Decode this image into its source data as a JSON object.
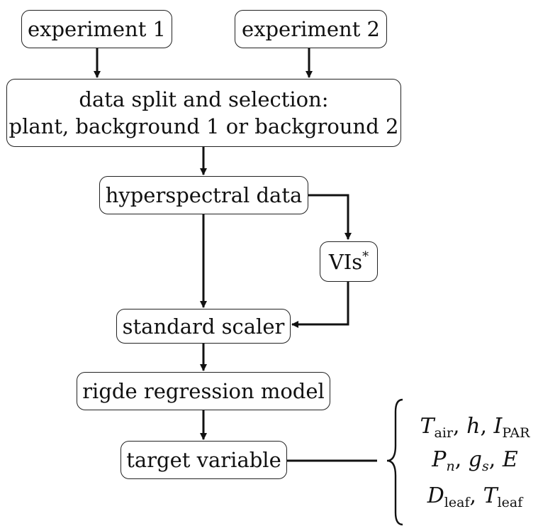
{
  "nodes": {
    "experiment1": "experiment 1",
    "experiment2": "experiment 2",
    "split_line1": "data split and selection:",
    "split_line2": "plant, background 1 or background 2",
    "hyperspectral": "hyperspectral data",
    "vis": "VIs",
    "vis_mark": "*",
    "scaler": "standard scaler",
    "model": "rigde regression model",
    "target": "target variable"
  },
  "targets": {
    "row1": {
      "t_air": "T",
      "t_air_sub": "air",
      "sep1": ", ",
      "h": "h",
      "sep2": ", ",
      "i_par": "I",
      "i_par_sub": "PAR"
    },
    "row2": {
      "p_n": "P",
      "p_n_sub": "n",
      "sep1": ", ",
      "g_s": "g",
      "g_s_sub": "s",
      "sep2": ", ",
      "e": "E"
    },
    "row3": {
      "d_leaf": "D",
      "d_leaf_sub": "leaf",
      "sep1": ", ",
      "t_leaf": "T",
      "t_leaf_sub": "leaf"
    }
  }
}
